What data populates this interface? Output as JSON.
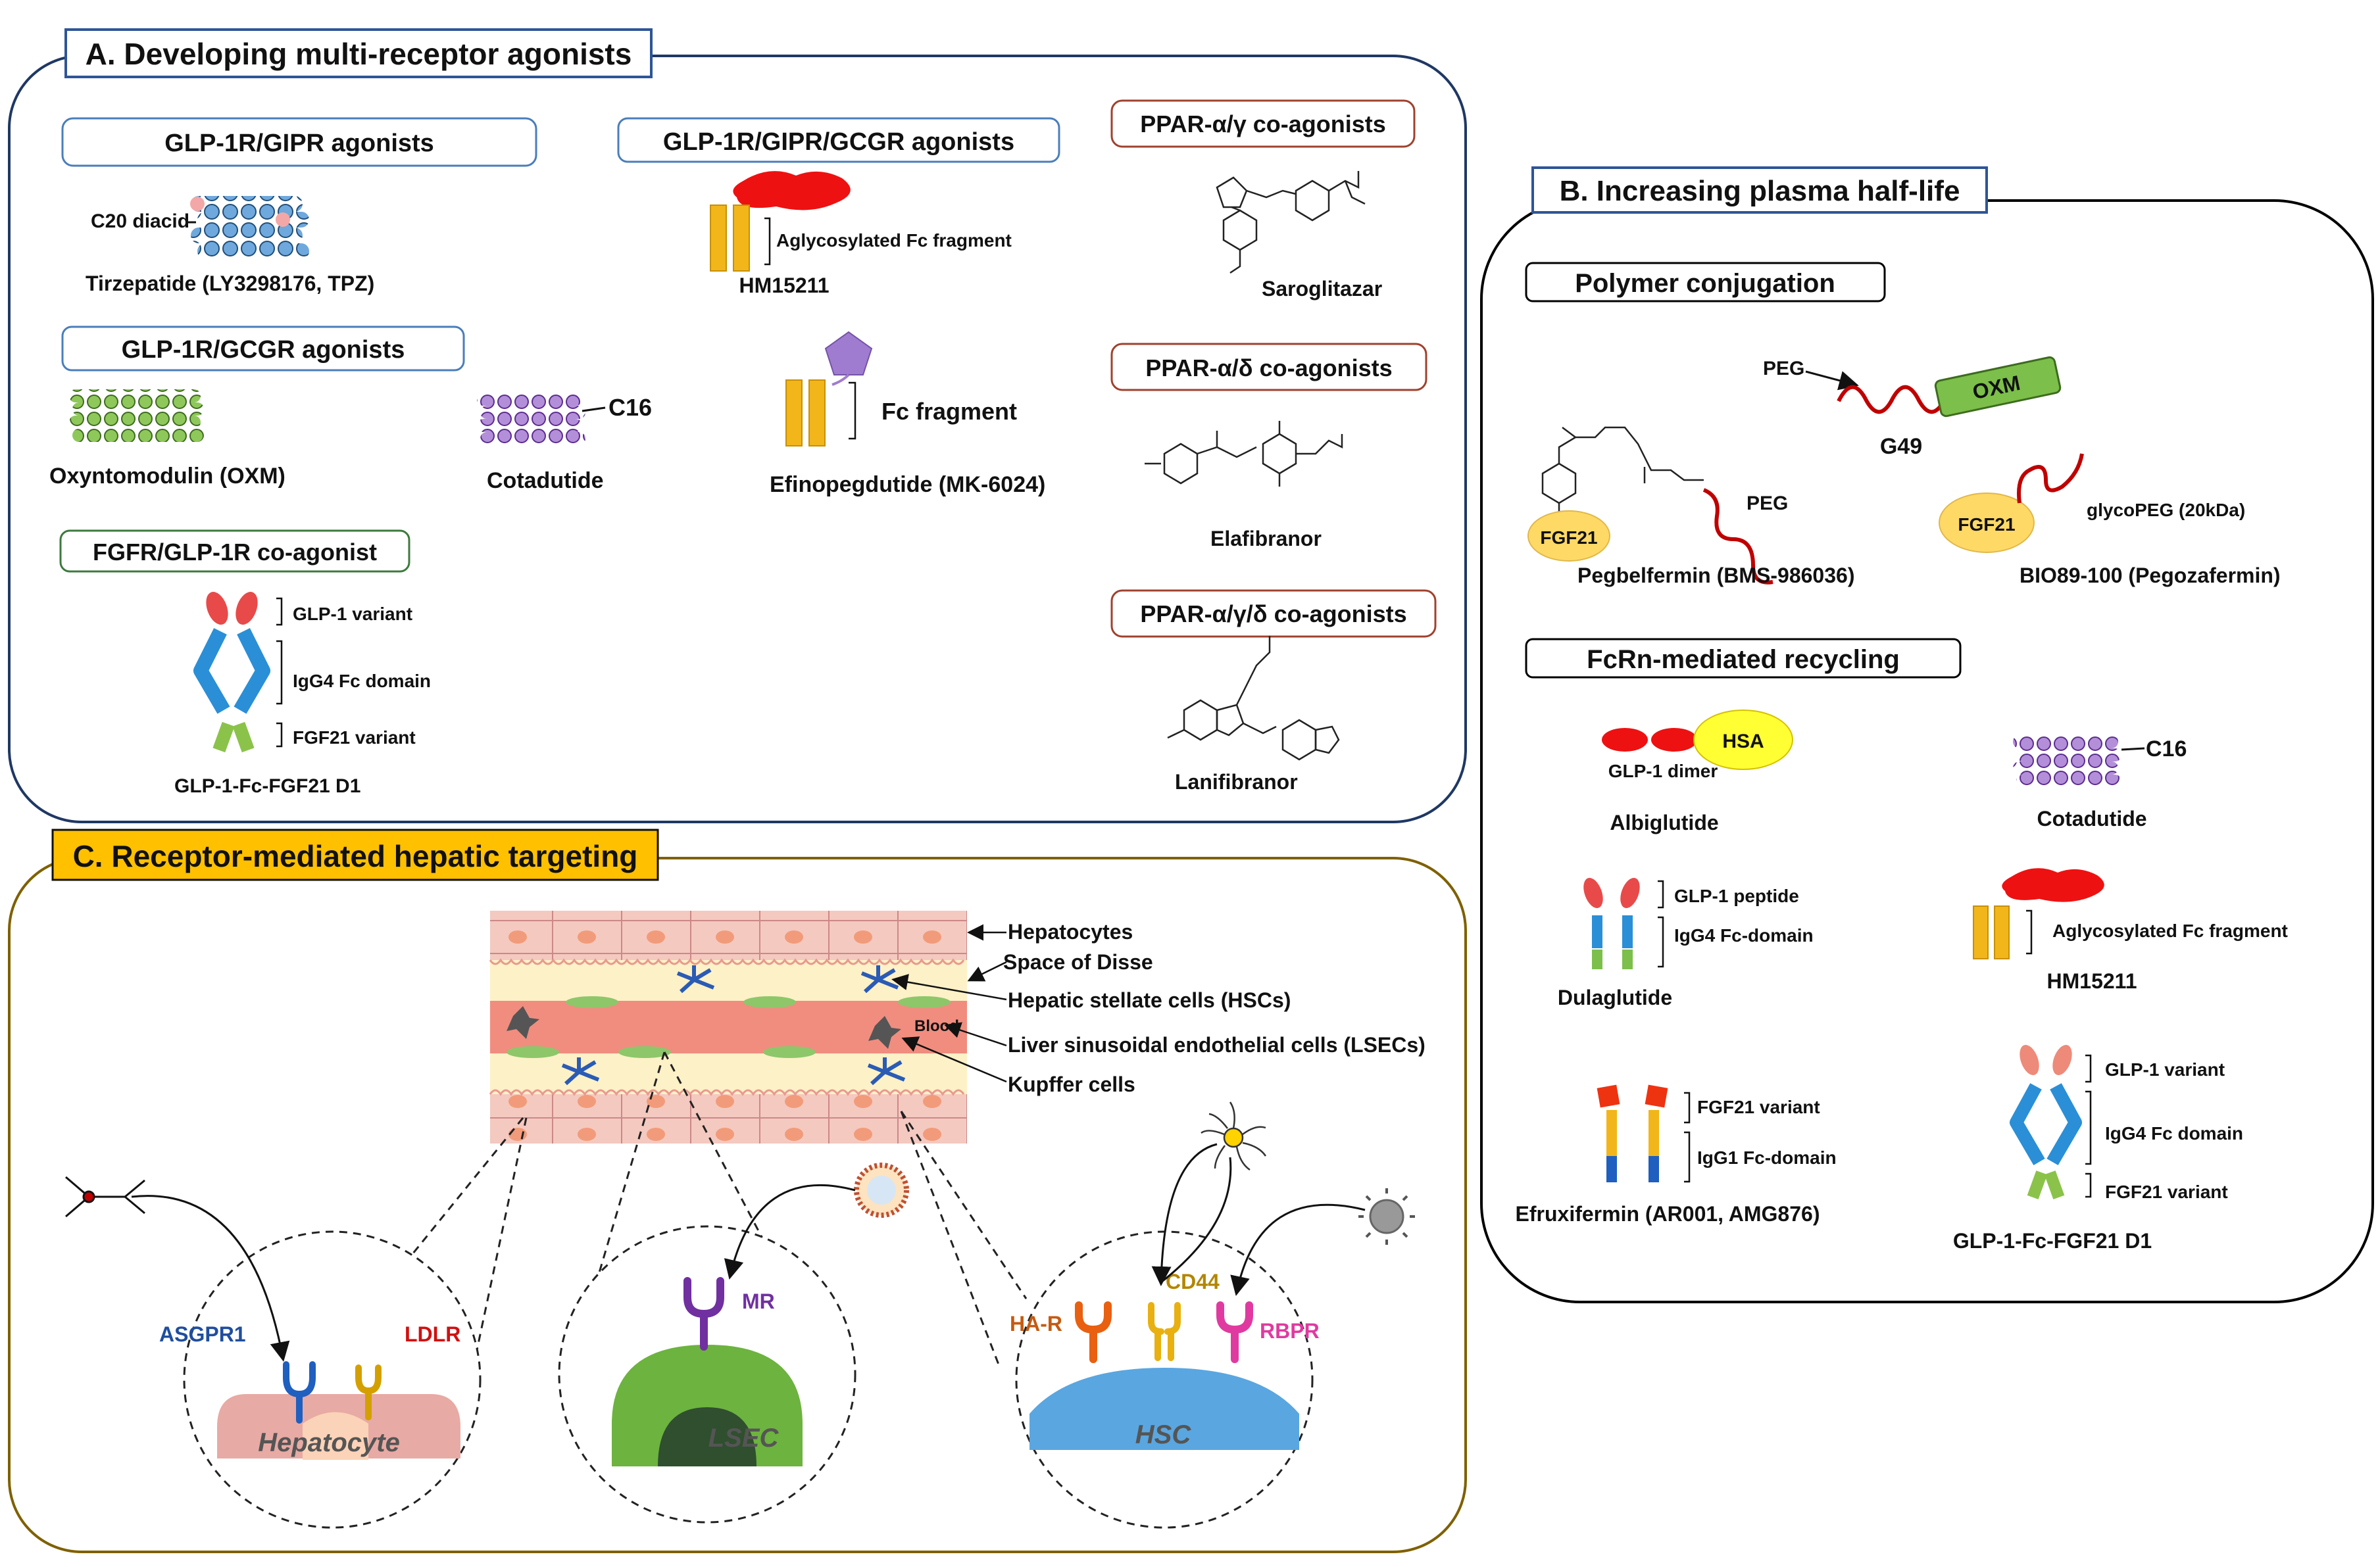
{
  "panel_a": {
    "title": "A. Developing multi-receptor agonists",
    "glp1r_gipr": {
      "box": "GLP-1R/GIPR agonists",
      "tag": "C20 diacid",
      "caption": "Tirzepatide (LY3298176, TPZ)"
    },
    "glp1r_gcgr": {
      "box": "GLP-1R/GCGR agonists",
      "oxm_caption": "Oxyntomodulin (OXM)",
      "cota_tag": "C16",
      "cota_caption": "Cotadutide"
    },
    "fgfr_glp1r": {
      "box": "FGFR/GLP-1R co-agonist",
      "label_1": "GLP-1 variant",
      "label_2": "IgG4 Fc domain",
      "label_3": "FGF21 variant",
      "caption": "GLP-1-Fc-FGF21 D1"
    },
    "triple": {
      "box": "GLP-1R/GIPR/GCGR agonists",
      "fc_label": "Aglycosylated Fc fragment",
      "caption": "HM15211"
    },
    "efino": {
      "fc_label": "Fc fragment",
      "caption": "Efinopegdutide (MK-6024)"
    },
    "ppar_ag": {
      "box": "PPAR-α/γ co-agonists",
      "caption": "Saroglitazar"
    },
    "ppar_ad": {
      "box": "PPAR-α/δ co-agonists",
      "caption": "Elafibranor"
    },
    "ppar_agd": {
      "box": "PPAR-α/γ/δ co-agonists",
      "caption": "Lanifibranor"
    }
  },
  "panel_b": {
    "title": "B. Increasing plasma half-life",
    "polymer": {
      "box": "Polymer conjugation",
      "g49_peg": "PEG",
      "g49_oxm": "OXM",
      "g49_caption": "G49",
      "peg_fgf": "FGF21",
      "peg_label": "PEG",
      "peg_caption": "Pegbelfermin (BMS-986036)",
      "bio_fgf": "FGF21",
      "bio_label": "glycoPEG (20kDa)",
      "bio_caption": "BIO89-100 (Pegozafermin)"
    },
    "fcrn": {
      "box": "FcRn-mediated recycling",
      "albi_hsa": "HSA",
      "albi_dimer": "GLP-1 dimer",
      "albi_caption": "Albiglutide",
      "cota_tag": "C16",
      "cota_caption": "Cotadutide",
      "dula_label_1": "GLP-1 peptide",
      "dula_label_2": "IgG4 Fc-domain",
      "dula_caption": "Dulaglutide",
      "hm_label": "Aglycosylated Fc fragment",
      "hm_caption": "HM15211",
      "efru_label_1": "FGF21 variant",
      "efru_label_2": "IgG1 Fc-domain",
      "efru_caption": "Efruxifermin (AR001, AMG876)",
      "d1_label_1": "GLP-1 variant",
      "d1_label_2": "IgG4 Fc domain",
      "d1_label_3": "FGF21 variant",
      "d1_caption": "GLP-1-Fc-FGF21 D1"
    }
  },
  "panel_c": {
    "title": "C. Receptor-mediated hepatic targeting",
    "liver_labels": [
      "Hepatocytes",
      "Space of Disse",
      "Hepatic stellate cells (HSCs)",
      "Liver sinusoidal endothelial cells (LSECs)",
      "Kupffer cells"
    ],
    "blood": "Blood",
    "hepatocyte": {
      "caption": "Hepatocyte",
      "r1": "ASGPR1",
      "r2": "LDLR"
    },
    "lsec": {
      "caption": "LSEC",
      "r1": "MR"
    },
    "hsc": {
      "caption": "HSC",
      "r1": "HA-R",
      "r2": "CD44",
      "r3": "RBPR"
    }
  },
  "colors": {
    "panel_a_border": "#1f3864",
    "panel_b_border": "#000000",
    "panel_c_border": "#7f6000",
    "panel_c_title_bg": "#ffc000",
    "panel_a_title_border": "#2e5597",
    "blue_box": "#4a7ebb",
    "green_box": "#3d7a3d",
    "red_box": "#a0412d",
    "fc_yellow": "#f2b61a",
    "antibody_blue": "#2a8fd6",
    "helix_blue": "#5b9bd5",
    "helix_green": "#7cbf4a",
    "helix_purple": "#9966cc"
  }
}
